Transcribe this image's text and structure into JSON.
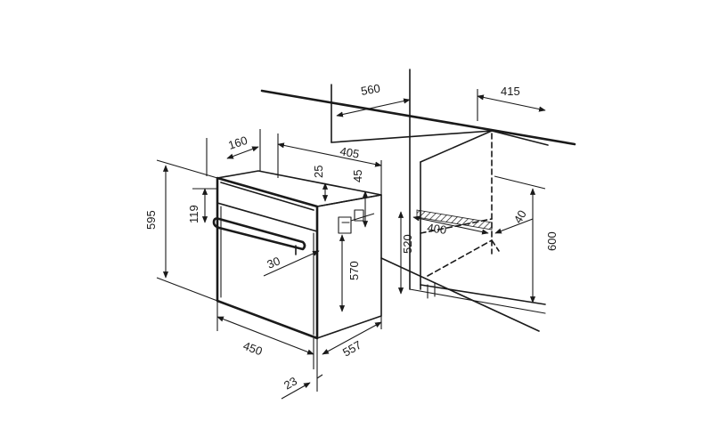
{
  "diagram": {
    "dimensions": {
      "d560": "560",
      "d415": "415",
      "d160": "160",
      "d405": "405",
      "d25": "25",
      "d45": "45",
      "d595": "595",
      "d119": "119",
      "d570": "570",
      "d30": "30",
      "d450": "450",
      "d557": "557",
      "d23": "23",
      "d520": "520",
      "d400": "400",
      "d40": "40",
      "d600": "600"
    }
  }
}
